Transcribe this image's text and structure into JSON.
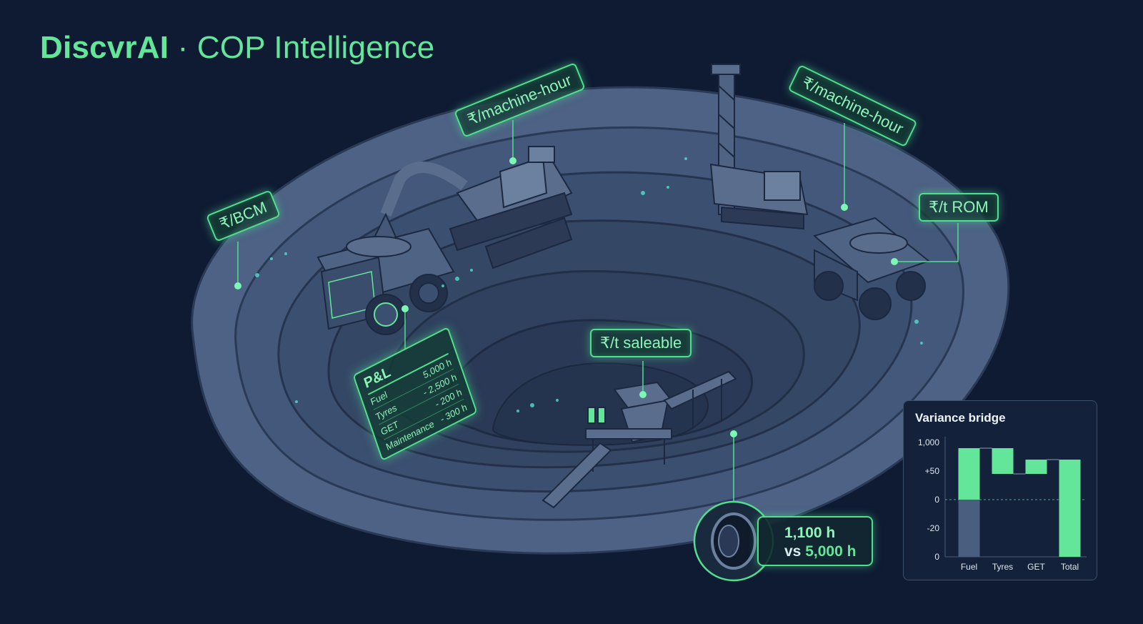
{
  "header": {
    "brand": "DiscvrAI",
    "rest": " · COP Intelligence"
  },
  "tags": {
    "bcm": "₹/BCM",
    "machine_hour_left": "₹/machine-hour",
    "machine_hour_right": "₹/machine-hour",
    "rom": "₹/t ROM",
    "saleable": "₹/t saleable"
  },
  "pl_card": {
    "title": "P&L",
    "rows": [
      {
        "label": "Fuel",
        "value": "5,000 h"
      },
      {
        "label": "Tyres",
        "value": "- 2,500 h"
      },
      {
        "label": "GET",
        "value": "- 200 h"
      },
      {
        "label": "Maintenance",
        "value": "- 300 h"
      }
    ]
  },
  "tyre_card": {
    "line1": "1,100 h",
    "vs": "vs",
    "line2": "5,000 h"
  },
  "colors": {
    "background": "#0f1b33",
    "accent": "#63e69a",
    "pit": "#3f5474",
    "panel": "#13213a"
  },
  "icons": [
    "tyre-icon",
    "excavator-icon",
    "haul-truck-icon",
    "drill-rig-icon",
    "crusher-icon"
  ],
  "chart_data": {
    "type": "waterfall",
    "title": "Variance bridge",
    "categories": [
      "Fuel",
      "Tyres",
      "GET",
      "Total"
    ],
    "y_tick_labels": [
      "1,000",
      "+50",
      "0",
      "-20",
      "0"
    ],
    "bars": [
      {
        "category": "Fuel",
        "start_tick": 2,
        "end_tick": 0.2,
        "negative_part_to_tick": 4
      },
      {
        "category": "Tyres",
        "start_tick": 0.2,
        "end_tick": 1.1
      },
      {
        "category": "GET",
        "start_tick": 1.1,
        "end_tick": 0.6
      },
      {
        "category": "Total",
        "start_tick": 4,
        "end_tick": 0.6
      }
    ],
    "zero_line_tick": 2,
    "grid": false,
    "legend": "none"
  }
}
